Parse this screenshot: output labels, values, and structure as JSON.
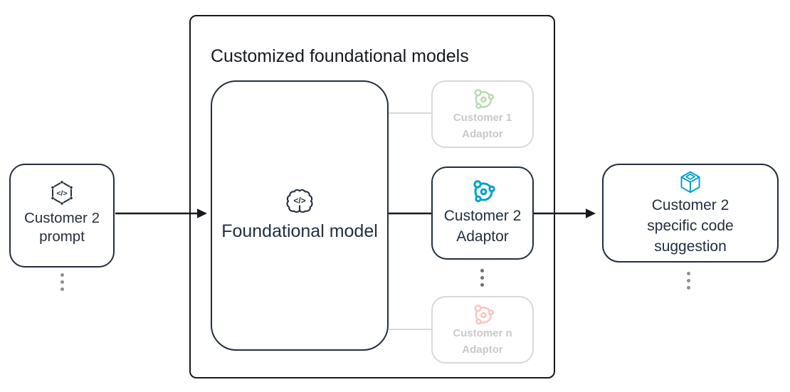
{
  "colors": {
    "navy": "#232F3E",
    "ink": "#16191F",
    "cyan": "#00A1C9",
    "green": "#B8DCAE",
    "pink": "#FAC5C1",
    "faded-border": "#D9D9DC",
    "faded-text": "#C9C9CD",
    "dot": "#8E8F93",
    "dot-dark": "#6E7075"
  },
  "diagram": {
    "container": {
      "title": "Customized foundational models"
    },
    "prompt_node": {
      "line1": "Customer 2",
      "line2": "prompt"
    },
    "foundational_node": {
      "label": "Foundational model"
    },
    "adaptor_1": {
      "line1": "Customer 1",
      "line2": "Adaptor"
    },
    "adaptor_2": {
      "line1": "Customer 2",
      "line2": "Adaptor"
    },
    "adaptor_n": {
      "line1": "Customer n",
      "line2": "Adaptor"
    },
    "output_node": {
      "line1": "Customer 2",
      "line2": "specific code",
      "line3": "suggestion"
    },
    "icons": {
      "prompt": "code-hexagon-icon",
      "foundational": "brain-code-icon",
      "adaptor": "adaptor-molecule-icon",
      "output": "cube-3d-icon",
      "ellipsis": "vertical-ellipsis",
      "code_glyph": "</>"
    }
  }
}
